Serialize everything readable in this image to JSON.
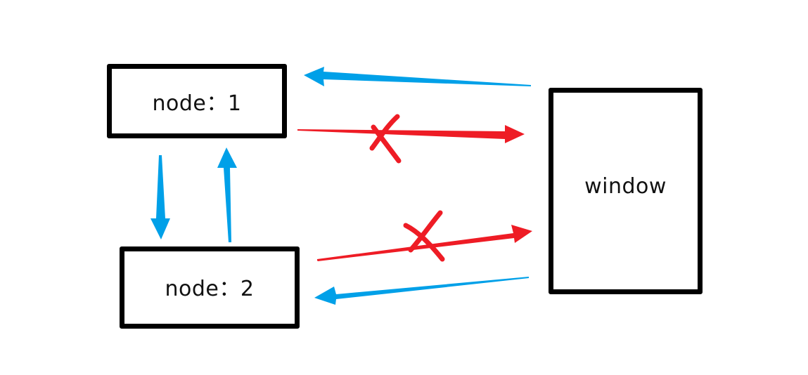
{
  "nodes": [
    {
      "id": "node1",
      "label": "node：1"
    },
    {
      "id": "node2",
      "label": "node：2"
    },
    {
      "id": "window",
      "label": "window"
    }
  ],
  "colors": {
    "allowed": "#00A0E8",
    "blocked": "#EE1C25",
    "border": "#000000"
  },
  "edges": [
    {
      "from": "window",
      "to": "node1",
      "status": "allowed"
    },
    {
      "from": "node1",
      "to": "window",
      "status": "blocked"
    },
    {
      "from": "node1",
      "to": "node2",
      "status": "allowed"
    },
    {
      "from": "node2",
      "to": "node1",
      "status": "allowed"
    },
    {
      "from": "node2",
      "to": "window",
      "status": "blocked"
    },
    {
      "from": "window",
      "to": "node2",
      "status": "allowed"
    }
  ]
}
